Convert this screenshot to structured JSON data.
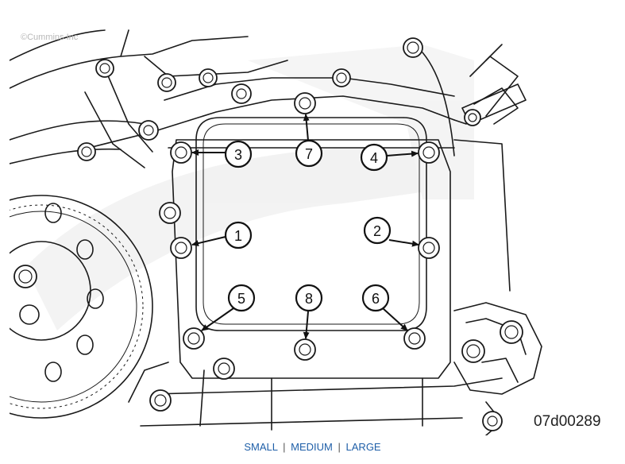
{
  "figure": {
    "copyright": "©Cummins Inc",
    "figure_id": "07d00289",
    "callouts": [
      "1",
      "2",
      "3",
      "4",
      "5",
      "6",
      "7",
      "8"
    ]
  },
  "size_links": {
    "small": "SMALL",
    "medium": "MEDIUM",
    "large": "LARGE",
    "separator": "|"
  }
}
